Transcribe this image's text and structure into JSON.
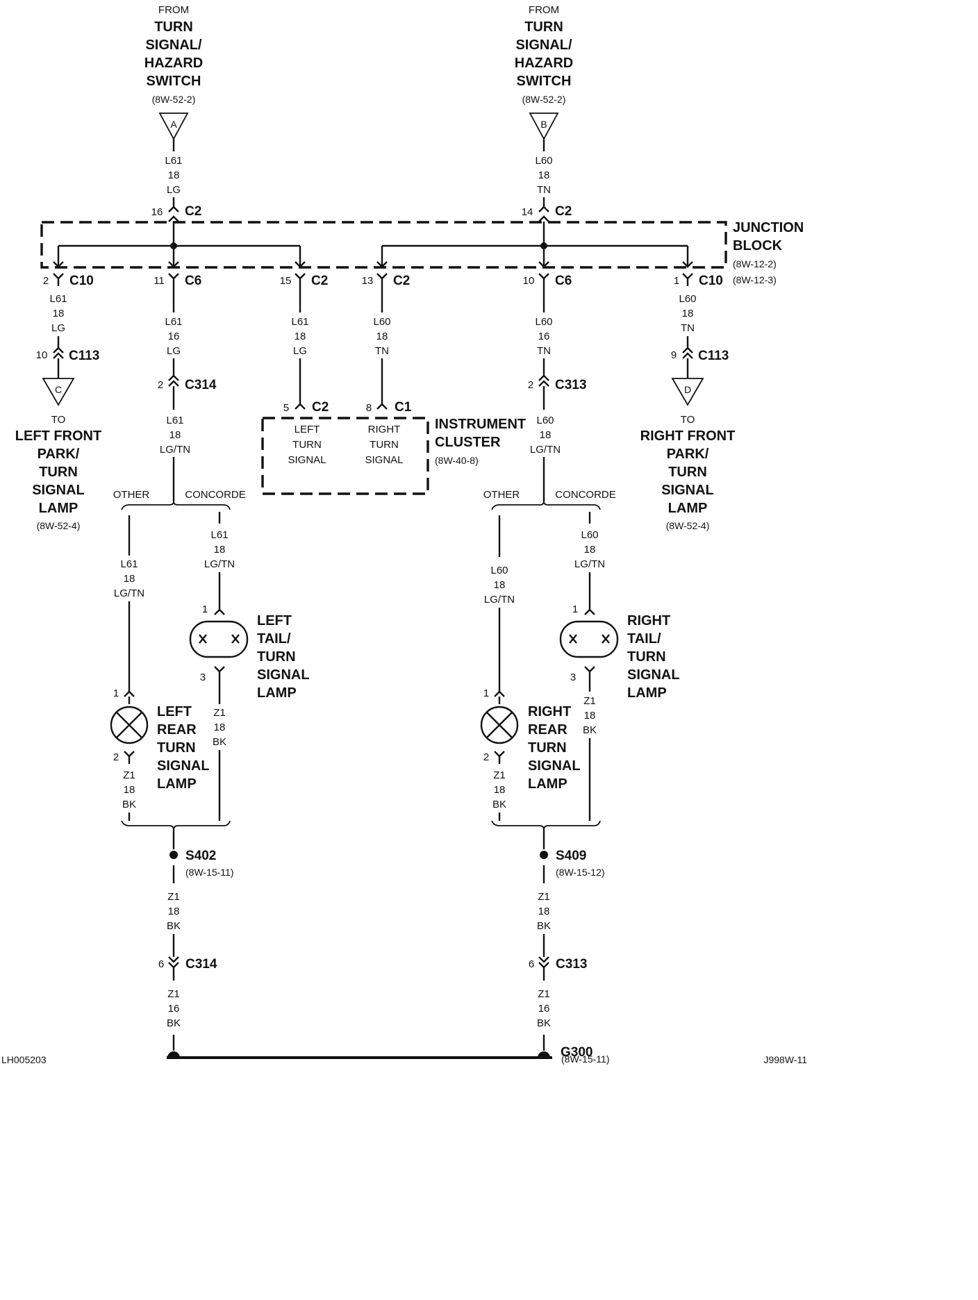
{
  "from_left": {
    "label_from": "FROM",
    "line1": "TURN",
    "line2": "SIGNAL/",
    "line3": "HAZARD",
    "line4": "SWITCH",
    "ref": "(8W-52-2)",
    "letter": "A"
  },
  "from_right": {
    "label_from": "FROM",
    "line1": "TURN",
    "line2": "SIGNAL/",
    "line3": "HAZARD",
    "line4": "SWITCH",
    "ref": "(8W-52-2)",
    "letter": "B"
  },
  "wire_in_left": {
    "c": "L61",
    "g": "18",
    "col": "LG"
  },
  "wire_in_right": {
    "c": "L60",
    "g": "18",
    "col": "TN"
  },
  "junction_block": {
    "line1": "JUNCTION",
    "line2": "BLOCK",
    "ref1": "(8W-12-2)",
    "ref2": "(8W-12-3)"
  },
  "conn_top_left": {
    "pin": "16",
    "name": "C2"
  },
  "conn_top_right": {
    "pin": "14",
    "name": "C2"
  },
  "outputs": [
    {
      "pin": "2",
      "name": "C10",
      "c": "L61",
      "g": "18",
      "col": "LG"
    },
    {
      "pin": "11",
      "name": "C6",
      "c": "L61",
      "g": "16",
      "col": "LG"
    },
    {
      "pin": "15",
      "name": "C2",
      "c": "L61",
      "g": "18",
      "col": "LG"
    },
    {
      "pin": "13",
      "name": "C2",
      "c": "L60",
      "g": "18",
      "col": "TN"
    },
    {
      "pin": "10",
      "name": "C6",
      "c": "L60",
      "g": "16",
      "col": "TN"
    },
    {
      "pin": "1",
      "name": "C10",
      "c": "L60",
      "g": "18",
      "col": "TN"
    }
  ],
  "c113_left": {
    "pin": "10",
    "name": "C113",
    "letter": "C"
  },
  "c113_right": {
    "pin": "9",
    "name": "C113",
    "letter": "D"
  },
  "to_left": {
    "to": "TO",
    "l1": "LEFT FRONT",
    "l2": "PARK/",
    "l3": "TURN",
    "l4": "SIGNAL",
    "l5": "LAMP",
    "ref": "(8W-52-4)"
  },
  "to_right": {
    "to": "TO",
    "l1": "RIGHT FRONT",
    "l2": "PARK/",
    "l3": "TURN",
    "l4": "SIGNAL",
    "l5": "LAMP",
    "ref": "(8W-52-4)"
  },
  "c314_top": {
    "pin": "2",
    "name": "C314"
  },
  "c313_top": {
    "pin": "2",
    "name": "C313"
  },
  "wire_lt_left": {
    "c": "L61",
    "g": "18",
    "col": "LG/TN"
  },
  "wire_lt_right": {
    "c": "L60",
    "g": "18",
    "col": "LG/TN"
  },
  "instrument_cluster": {
    "line1": "INSTRUMENT",
    "line2": "CLUSTER",
    "ref": "(8W-40-8)",
    "left_pin": "5",
    "left_conn": "C2",
    "left_l1": "LEFT",
    "left_l2": "TURN",
    "left_l3": "SIGNAL",
    "right_pin": "8",
    "right_conn": "C1",
    "right_l1": "RIGHT",
    "right_l2": "TURN",
    "right_l3": "SIGNAL"
  },
  "split_left": {
    "other": "OTHER",
    "concorde": "CONCORDE"
  },
  "split_right": {
    "other": "OTHER",
    "concorde": "CONCORDE"
  },
  "wire_other_left": {
    "c": "L61",
    "g": "18",
    "col": "LG/TN"
  },
  "wire_conc_left": {
    "c": "L61",
    "g": "18",
    "col": "LG/TN"
  },
  "wire_other_right": {
    "c": "L60",
    "g": "18",
    "col": "LG/TN"
  },
  "wire_conc_right": {
    "c": "L60",
    "g": "18",
    "col": "LG/TN"
  },
  "left_tail_lamp": {
    "pin_in": "1",
    "pin_out": "3",
    "l1": "LEFT",
    "l2": "TAIL/",
    "l3": "TURN",
    "l4": "SIGNAL",
    "l5": "LAMP"
  },
  "right_tail_lamp": {
    "pin_in": "1",
    "pin_out": "3",
    "l1": "RIGHT",
    "l2": "TAIL/",
    "l3": "TURN",
    "l4": "SIGNAL",
    "l5": "LAMP"
  },
  "left_rear_lamp": {
    "pin_in": "1",
    "pin_out": "2",
    "l1": "LEFT",
    "l2": "REAR",
    "l3": "TURN",
    "l4": "SIGNAL",
    "l5": "LAMP"
  },
  "right_rear_lamp": {
    "pin_in": "1",
    "pin_out": "2",
    "l1": "RIGHT",
    "l2": "REAR",
    "l3": "TURN",
    "l4": "SIGNAL",
    "l5": "LAMP"
  },
  "gnd_wire_a": {
    "c": "Z1",
    "g": "18",
    "col": "BK"
  },
  "gnd_wire_b": {
    "c": "Z1",
    "g": "18",
    "col": "BK"
  },
  "gnd_wire_c": {
    "c": "Z1",
    "g": "18",
    "col": "BK"
  },
  "gnd_wire_d": {
    "c": "Z1",
    "g": "18",
    "col": "BK"
  },
  "splice_left": {
    "name": "S402",
    "ref": "(8W-15-11)"
  },
  "splice_right": {
    "name": "S409",
    "ref": "(8W-15-12)"
  },
  "gnd_wire_e": {
    "c": "Z1",
    "g": "18",
    "col": "BK"
  },
  "gnd_wire_f": {
    "c": "Z1",
    "g": "18",
    "col": "BK"
  },
  "c314_bot": {
    "pin": "6",
    "name": "C314"
  },
  "c313_bot": {
    "pin": "6",
    "name": "C313"
  },
  "gnd_wire_g": {
    "c": "Z1",
    "g": "16",
    "col": "BK"
  },
  "gnd_wire_h": {
    "c": "Z1",
    "g": "16",
    "col": "BK"
  },
  "ground": {
    "name": "G300",
    "ref": "(8W-15-11)"
  },
  "footer": {
    "left": "LH005203",
    "right": "J998W-11"
  }
}
